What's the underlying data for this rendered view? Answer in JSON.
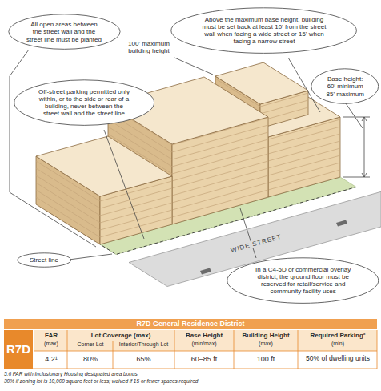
{
  "diagram": {
    "nodes": [
      {
        "text": [
          "All open areas between the street wall and the street line must be planted"
        ]
      },
      {
        "text": [
          "Above the maximum base height, building must be set back at least 10' from the street wall when facing a wide street or 15' when facing a narrow street"
        ]
      },
      {
        "text": [
          "Base height: 60' minimum 85' maximum"
        ]
      },
      {
        "text": [
          "Off-street parking permitted only within, or to the side or rear of a building, never between the street wall and the street line"
        ]
      },
      {
        "text": [
          "Street line"
        ]
      },
      {
        "text": [
          "In a C4-5D or commercial overlay district, the ground floor must be reserved for retail/service and community facility uses"
        ]
      },
      {
        "text": [
          "R7D General Residence District"
        ]
      },
      {
        "text": [
          "R7D"
        ]
      }
    ],
    "labels": [
      "100' maximum building height",
      "WIDE STREET",
      "FAR",
      "(max)",
      "Lot Coverage (max)",
      "Corner Lot",
      "Interior/Through Lot",
      "Base Height",
      "(min/max)",
      "Building Height",
      "(max)",
      "Required Parking²",
      "(min)",
      "4.2¹",
      "80%",
      "65%",
      "60–85 ft",
      "100 ft",
      "50% of dwelling units",
      "5.6 FAR with Inclusionary Housing designated area bonus",
      "30% if zoning lot is 10,000 square feet or less; waived if 15 or fewer spaces required"
    ]
  }
}
